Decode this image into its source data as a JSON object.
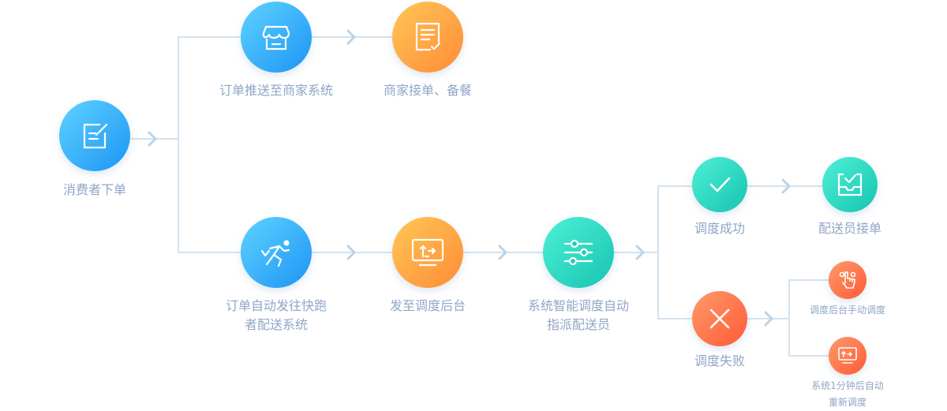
{
  "colors": {
    "blue": [
      "#5fd2ff",
      "#1c95f5"
    ],
    "orange": [
      "#ffc657",
      "#ff8c36"
    ],
    "teal": [
      "#4ff0d6",
      "#16c4b1"
    ],
    "red": [
      "#ff9a6a",
      "#ff5a36"
    ],
    "connector": "#d4e2ee",
    "arrow": "#b9d3e8",
    "label": "#8fa6c6"
  },
  "nodes": {
    "consumer": {
      "icon": "edit-note-icon",
      "label": "消费者下单"
    },
    "push_merchant": {
      "icon": "storefront-icon",
      "label": "订单推送至商家系统"
    },
    "merchant_accept": {
      "icon": "checklist-document-icon",
      "label": "商家接单、备餐"
    },
    "auto_dispatch": {
      "icon": "running-person-icon",
      "label_line1": "订单自动发往快跑",
      "label_line2": "者配送系统"
    },
    "dispatch_backend": {
      "icon": "monitor-upload-icon",
      "label": "发至调度后台"
    },
    "smart_dispatch": {
      "icon": "sliders-icon",
      "label_line1": "系统智能调度自动",
      "label_line2": "指派配送员"
    },
    "dispatch_success": {
      "icon": "checkmark-icon",
      "label": "调度成功"
    },
    "courier_accept": {
      "icon": "inbox-check-icon",
      "label": "配送员接单"
    },
    "dispatch_fail": {
      "icon": "close-x-icon",
      "label": "调度失败"
    },
    "manual_dispatch": {
      "icon": "hand-tap-icon",
      "label": "调度后台手动调度"
    },
    "auto_redispatch": {
      "icon": "monitor-refresh-icon",
      "label_line1": "系统1分钟后自动",
      "label_line2": "重新调度"
    }
  }
}
